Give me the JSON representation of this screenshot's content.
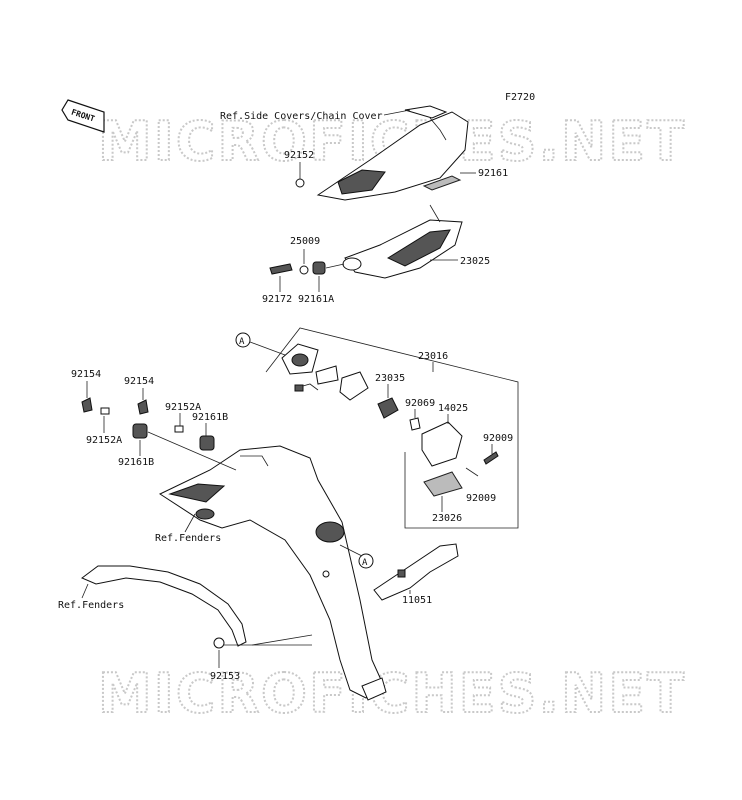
{
  "diagram": {
    "code": "F2720",
    "front_label": "FRONT",
    "watermark": "MICROFICHES.NET",
    "part_numbers": {
      "p92152_top": "92152",
      "p92161_top": "92161",
      "p25009": "25009",
      "p23025": "23025",
      "p92172": "92172",
      "p92161A_top": "92161A",
      "p23016": "23016",
      "p23035": "23035",
      "p92069": "92069",
      "p14025": "14025",
      "p92009_a": "92009",
      "p92009_b": "92009",
      "p23026": "23026",
      "p92154_a": "92154",
      "p92154_b": "92154",
      "p92152A_a": "92152A",
      "p92152A_b": "92152A",
      "p92161B_a": "92161B",
      "p92161B_b": "92161B",
      "p11051": "11051",
      "p92153": "92153"
    },
    "references": {
      "side_covers": "Ref.Side Covers/Chain Cover",
      "fenders_a": "Ref.Fenders",
      "fenders_b": "Ref.Fenders"
    },
    "callout_marker": "A"
  }
}
